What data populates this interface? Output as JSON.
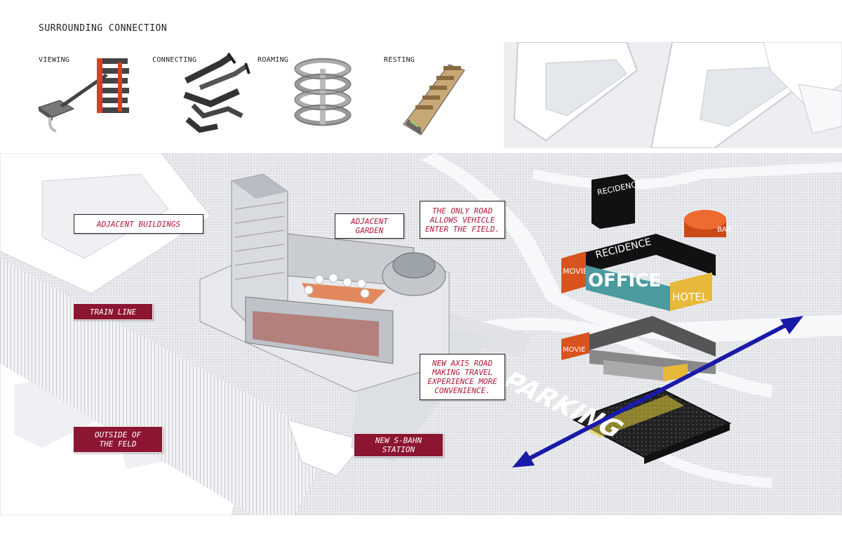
{
  "header": {
    "title": "SURROUNDING CONNECTION"
  },
  "modes": [
    {
      "label": "VIEWING",
      "icon": "viewing-stair-icon"
    },
    {
      "label": "CONNECTING",
      "icon": "connecting-bridges-icon"
    },
    {
      "label": "ROAMING",
      "icon": "roaming-spiral-icon"
    },
    {
      "label": "RESTING",
      "icon": "resting-steps-icon"
    }
  ],
  "annotations": {
    "adjacent_buildings": "ADJACENT BUILDINGS",
    "adjacent_garden": "ADJACENT\nGARDEN",
    "only_road": "THE ONLY ROAD\nALLOWS VEHICLE\nENTER THE FIELD.",
    "train_line": "TRAIN LINE",
    "new_axis_road": "NEW AXIS ROAD\nMAKING TRAVEL\nEXPERIENCE MORE\nCONVENIENCE.",
    "outside_field": "OUTSIDE OF\nTHE FELD",
    "sbahn_station": "NEW S-BAHN\nSTATION"
  },
  "program_blocks": {
    "recidence_top": "RECIDENCE",
    "bar": "BAR",
    "recidence": "RECIDENCE",
    "movie": "MOVIE",
    "office": "OFFICE",
    "hotel": "HOTEL",
    "movie_lower": "MOVIE",
    "parking": "PARKING"
  },
  "colors": {
    "label_red": "#8c1531",
    "label_text_red": "#b01a3a",
    "office_teal": "#4a9a9e",
    "movie_orange": "#d9531e",
    "hotel_yellow": "#e8b83a",
    "bar_orange": "#e0561c",
    "axis_blue": "#1a1aa8",
    "parking_yellow": "#e6d43a"
  }
}
